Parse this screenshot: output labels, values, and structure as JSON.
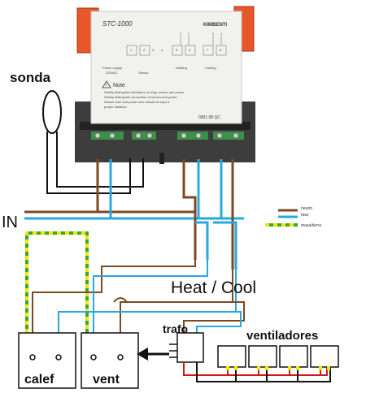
{
  "controller": {
    "model": "STC-1000",
    "brand": "KIMBENTI",
    "power_label": "Power supply",
    "power_voltage": "220VAC",
    "sensor_label": "Sensor",
    "heating_label": "Heating",
    "cooling_label": "Cooling",
    "note_title": "Note",
    "note_lines": [
      "Strictly distinguish interfaces of relay, sensor and power",
      "Strictly distinguish connection of sensor and power",
      "Sensor lead and power wire should be kept a",
      "proper distance."
    ],
    "serial": "0301  08 QC",
    "terminal_numbers": [
      "1",
      "2",
      "3",
      "4",
      "5",
      "6",
      "7",
      "8"
    ]
  },
  "labels": {
    "sonda": "sonda",
    "in": "IN",
    "heat_cool": "Heat / Cool",
    "trafo": "trafo",
    "ventiladores": "ventiladores",
    "calef": "calef",
    "vent": "vent"
  },
  "legend": {
    "neutro": "neutro",
    "fase": "fase",
    "masa": "masa/tierra"
  },
  "colors": {
    "neutral": "#7b4a23",
    "phase": "#29a8e0",
    "earth_green": "#3aa53a",
    "earth_yellow": "#f2e600",
    "fan_red": "#d01818",
    "fan_black": "#111111",
    "housing_orange": "#e8572a"
  }
}
